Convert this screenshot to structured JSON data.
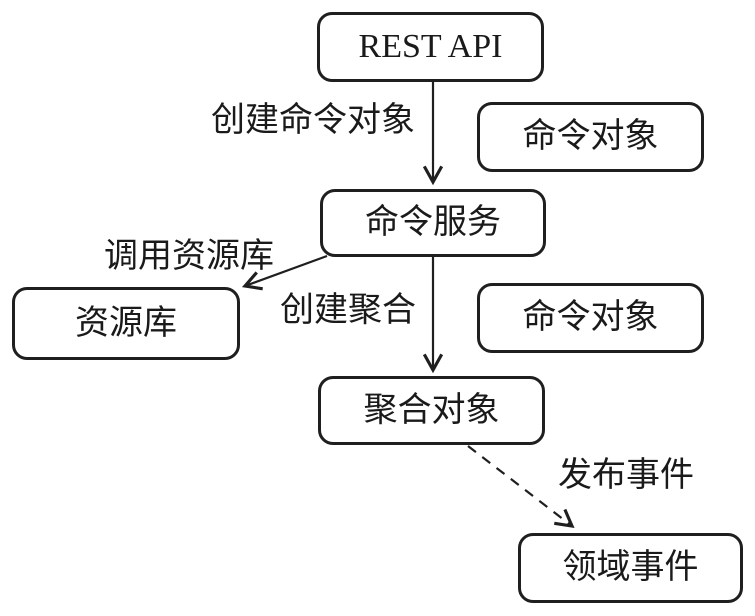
{
  "diagram": {
    "title": "CQRS command flow diagram",
    "colors": {
      "stroke": "#1f1f1f",
      "text": "#1a1a1a",
      "background": "#ffffff"
    },
    "nodes": [
      {
        "id": "rest-api",
        "label": "REST API"
      },
      {
        "id": "command-object-1",
        "label": "命令对象"
      },
      {
        "id": "command-service",
        "label": "命令服务"
      },
      {
        "id": "repository",
        "label": "资源库"
      },
      {
        "id": "command-object-2",
        "label": "命令对象"
      },
      {
        "id": "aggregate-object",
        "label": "聚合对象"
      },
      {
        "id": "domain-event",
        "label": "领域事件"
      }
    ],
    "edges": [
      {
        "id": "rest-api-to-command-service",
        "label": "创建命令对象",
        "style": "solid"
      },
      {
        "id": "command-service-to-repository",
        "label": "调用资源库",
        "style": "solid"
      },
      {
        "id": "command-service-to-aggregate",
        "label": "创建聚合",
        "style": "solid"
      },
      {
        "id": "aggregate-to-domain-event",
        "label": "发布事件",
        "style": "dashed"
      }
    ]
  }
}
